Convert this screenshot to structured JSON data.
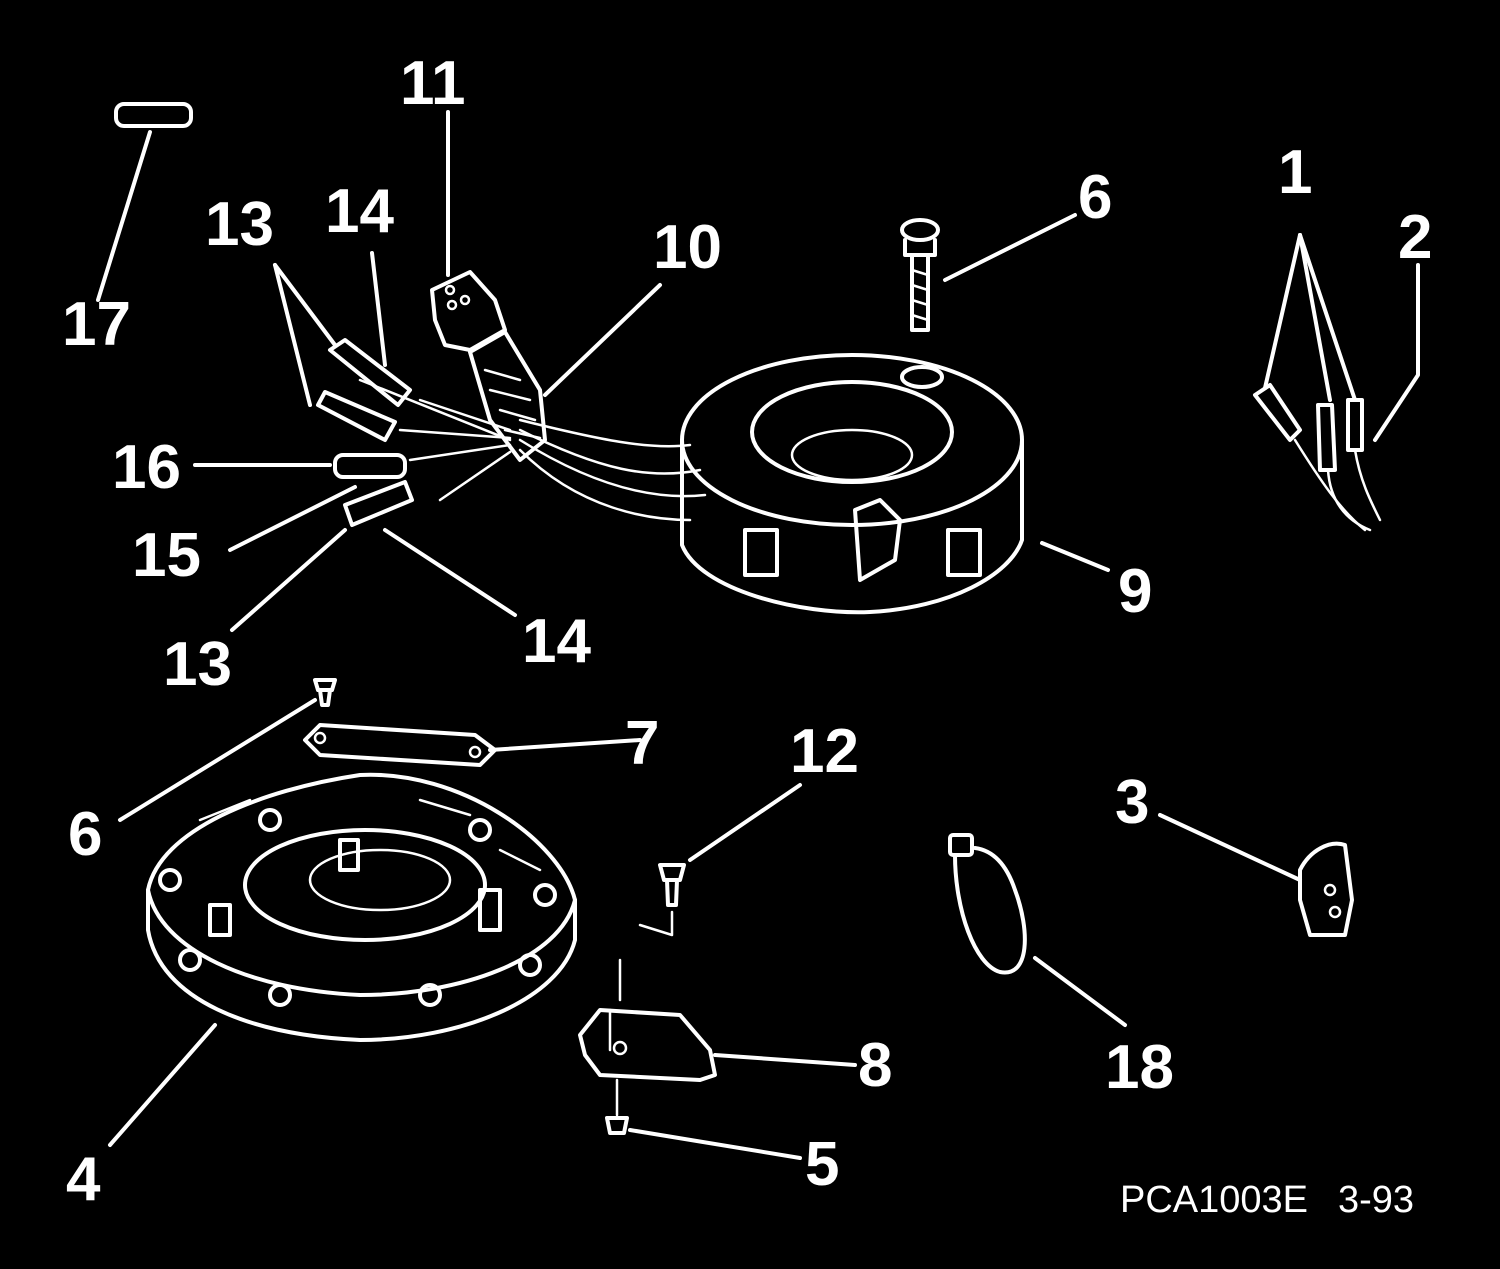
{
  "figure": {
    "code": "PCA1003E",
    "page": "3-93",
    "colors": {
      "background": "#000000",
      "line": "#ffffff"
    }
  },
  "callouts": [
    "1",
    "2",
    "3",
    "4",
    "5",
    "6",
    "6",
    "7",
    "8",
    "9",
    "10",
    "11",
    "12",
    "13",
    "13",
    "14",
    "14",
    "15",
    "16",
    "17",
    "18"
  ]
}
